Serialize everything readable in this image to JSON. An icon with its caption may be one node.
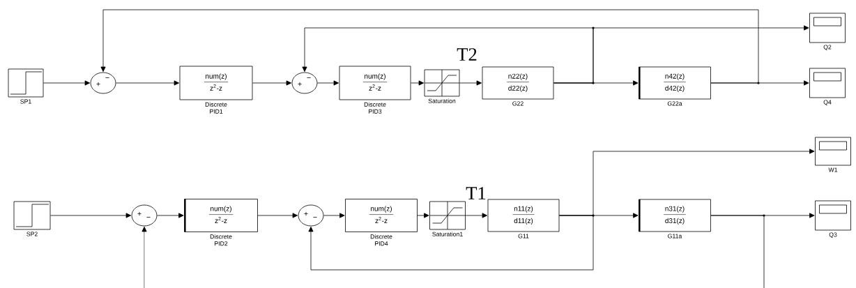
{
  "diagram": {
    "nodes": [
      {
        "text": [
          "SP1"
        ]
      },
      {
        "text": [
          "+",
          "−"
        ]
      },
      {
        "text": [
          "num(z)",
          "z$^{2}$-z",
          "Discrete PID1"
        ]
      },
      {
        "text": [
          "+",
          "−"
        ]
      },
      {
        "text": [
          "num(z)",
          "z$^{2}$-z",
          "Discrete PID3"
        ]
      },
      {
        "text": [
          "Saturation"
        ]
      },
      {
        "text": [
          "n22(z)",
          "d22(z)",
          "G22"
        ]
      },
      {
        "text": [
          "n42(z)",
          "d42(z)",
          "G22a"
        ]
      },
      {
        "text": [
          "Q2"
        ]
      },
      {
        "text": [
          "Q4"
        ]
      },
      {
        "text": [
          "SP2"
        ]
      },
      {
        "text": [
          "+",
          "−"
        ]
      },
      {
        "text": [
          "num(z)",
          "z$^{2}$-z",
          "Discrete PID2"
        ]
      },
      {
        "text": [
          "+",
          "−"
        ]
      },
      {
        "text": [
          "num(z)",
          "z$^{2}$-z",
          "Discrete PID4"
        ]
      },
      {
        "text": [
          "Saturation1"
        ]
      },
      {
        "text": [
          "n11(z)",
          "d11(z)",
          "G11"
        ]
      },
      {
        "text": [
          "n31(z)",
          "d31(z)",
          "G11a"
        ]
      },
      {
        "text": [
          "W1"
        ]
      },
      {
        "text": [
          "Q3"
        ]
      }
    ],
    "edges": [
      {
        "from": 0,
        "to": 1,
        "arrow": "to"
      },
      {
        "from": 1,
        "to": 2,
        "arrow": "to"
      },
      {
        "from": 2,
        "to": 3,
        "arrow": "to"
      },
      {
        "from": 3,
        "to": 4,
        "arrow": "to"
      },
      {
        "from": 4,
        "to": 5,
        "arrow": "to"
      },
      {
        "from": 5,
        "to": 6,
        "arrow": "to"
      },
      {
        "from": 6,
        "to": 7,
        "arrow": "to"
      },
      {
        "from": 6,
        "to": 8,
        "arrow": "to"
      },
      {
        "from": 6,
        "to": 3,
        "arrow": "to"
      },
      {
        "from": 7,
        "to": 9,
        "arrow": "to"
      },
      {
        "from": 7,
        "to": 1,
        "arrow": "to"
      },
      {
        "from": 10,
        "to": 11,
        "arrow": "to"
      },
      {
        "from": 11,
        "to": 12,
        "arrow": "to"
      },
      {
        "from": 12,
        "to": 13,
        "arrow": "to"
      },
      {
        "from": 13,
        "to": 14,
        "arrow": "to"
      },
      {
        "from": 14,
        "to": 15,
        "arrow": "to"
      },
      {
        "from": 15,
        "to": 16,
        "arrow": "to"
      },
      {
        "from": 16,
        "to": 17,
        "arrow": "to"
      },
      {
        "from": 16,
        "to": 18,
        "arrow": "to"
      },
      {
        "from": 16,
        "to": 13,
        "arrow": "to"
      },
      {
        "from": 17,
        "to": 19,
        "arrow": "to"
      },
      {
        "from": 17,
        "to": null,
        "arrow": "none"
      },
      {
        "from": null,
        "to": 11,
        "arrow": "to"
      }
    ],
    "labels": [
      "T2",
      "T1"
    ]
  }
}
